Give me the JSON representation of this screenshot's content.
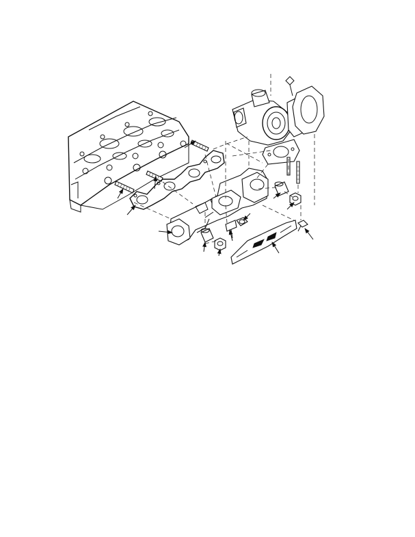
{
  "diagram": {
    "callouts": [
      {
        "id": "stud-upper-callout"
      },
      {
        "id": "stud-middle-callout"
      },
      {
        "id": "stud-lower-callout"
      },
      {
        "id": "gasket-callout"
      },
      {
        "id": "manifold-callout"
      },
      {
        "id": "spacer-left-callout"
      },
      {
        "id": "nut-left-callout"
      },
      {
        "id": "washer-bolt-callout"
      },
      {
        "id": "bolt-center-callout"
      },
      {
        "id": "spacer-right-callout"
      },
      {
        "id": "nut-right-callout"
      },
      {
        "id": "heat-shield-callout"
      },
      {
        "id": "shield-bolt-callout"
      }
    ]
  }
}
